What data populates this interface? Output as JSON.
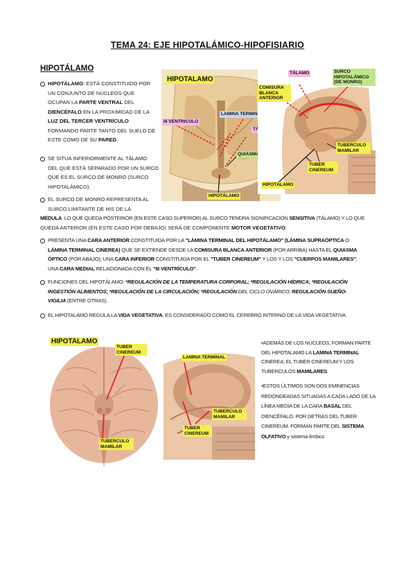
{
  "title": "TEMA 24: EJE HIPOTALÁMICO-HIPOFISIARIO",
  "section": "HIPOTÁLAMO",
  "bullets": {
    "b1": {
      "l1a": "HIPOTÁLAMO",
      "l1b": ": ESTÁ CONSTITUIDO POR",
      "l2": "UN CONJUNTO DE NÚCLEOS QUE",
      "l3a": "OCUPAN LA ",
      "l3b": "PARTE VENTRAL",
      "l3c": " DEL",
      "l4a": "DIENCÉFALO",
      "l4b": " EN LA PROXIMIDAD DE LA",
      "l5a": "LUZ DEL TERCER VENTRÍCULO",
      "l6": "FORMANDO PARTE TANTO DEL SUELO DE",
      "l7a": "ESTE COMO DE SU ",
      "l7b": "PARED",
      "l7c": "."
    },
    "b2": {
      "l1": "SE SITUA INFERIORMENTE AL TÁLAMO",
      "l2": "DEL QUE ESTÁ SEPARADO POR UN SURCO",
      "l3": "QUE ES EL SURCO DE MONRO (SURCO",
      "l4": "HIPOTALÁMICO)."
    },
    "b3": {
      "l1": "EL SURCO DE MONRO REPRESENTA AL",
      "l2": "SURCO LIMITANTE DE HIS DE LA",
      "l3a": "MÉDULA",
      "l3b": ". LO QUE QUEDA POSTERIOR (EN ESTE CASO SUPERIOR) AL SURCO TENDRÁ SIGNIFICACIÓN ",
      "l3c": "SENSITIVA",
      "l3d": " (TÁLAMO) Y LO QUE",
      "l4a": "QUEDA ANTERIOR (EN ESTE CASO POR DEBAJO) SERÁ DE COMPONENTE ",
      "l4b": "MOTOR VEGETATIVO",
      "l4c": "."
    },
    "b4": {
      "l1a": "PRESENTA UNA ",
      "l1b": "CARA ANTERIOR",
      "l1c": " CONSTITUIDA POR LA ",
      "l1d": "\"LÁMINA TERMINAL DEL HIPOTÁLAMO\" (LÁMINA SUPRAÓPTICA",
      "l1e": " O",
      "l2a": "LÁMINA TERMINAL CINEREA)",
      "l2b": " QUE SE EXTIENDE DESDE LA ",
      "l2c": "COMISURA BLANCA ANTERIOR",
      "l2d": " (POR ARRIBA) HASTA EL ",
      "l2e": "QUIASMA",
      "l3a": "ÓPTICO",
      "l3b": " (POR ABAJO); UNA ",
      "l3c": "CARA  INFERIOR",
      "l3d": " CONSTITUIDA POR EL ",
      "l3e": "\"TUBER CINEREUM\"",
      "l3f": " Y LOS Y LOS ",
      "l3g": "\"CUERPOS  MAMILARES\"",
      "l3h": ";",
      "l4a": "UNA ",
      "l4b": "CARA MEDIAL",
      "l4c": " RELACIONADA CON  EL ",
      "l4d": "\"III VENTRÍCULO\"",
      "l4e": "."
    },
    "b5": {
      "l1a": "FUNCIONES DEL HIPOTÁLAMO: ",
      "l1b": "*REGULACIÓN DE LA TEMPERATURA CORPORAL; *REGULACIÓN HÍDRICA; *REGULACIÓN",
      "l2a": "INGESTIÓN ALIMENTOS; *REGULACIÓN DE LA CIRCULACIÓN; *REGULACIÓN",
      "l2b": " DEL CICLO OVÁRICO; ",
      "l2c": "REGULACIÓN SUEÑO-",
      "l3a": "VIGILIA",
      "l3b": " (ENTRE  OTRAS)."
    },
    "b6": {
      "l1a": "EL HIPOTALAMO REGULA LA ",
      "l1b": "VIDA VEGETATIVA",
      "l1c": ". ES CONSIDERADO COMO EL CEREBRO INTERNO DE LA VIDA VEGETATIVA."
    }
  },
  "right_notes": {
    "n1": {
      "l1": "•ADEMÁS DE LOS NÚCLEOS, FORMAN PARTE",
      "l2a": "DEL HIPOTALAMO  LA ",
      "l2b": "LAMINA TERMINAL",
      "l3": "CINEREA; EL TUBER CINEREUM Y LOS",
      "l4a": "TUBERCULOS ",
      "l4b": "MAMILARES",
      "l4c": "."
    },
    "n2": {
      "l1": "•ESTOS ÚLTIMOS SON DOS EMINENCIAS",
      "l2": "REDONDEADAS SITUADAS A CADA LADO DE LA",
      "l3a": "LÍNEA MEDIA DE LA CARA ",
      "l3b": "BASAL",
      "l3c": " DEL",
      "l4": "DIENCÉFALO. POR DETRÁS DEL TUBER",
      "l5a": "CINEREUM. FORMAN PARTE DEL ",
      "l5b": "SISTEMA",
      "l6a": "OLFATIVO",
      "l6b": " y sistema límbico"
    }
  },
  "figure1": {
    "title": "HIPOTALAMO",
    "l_iii_ventriculo": "III VENTRICULO",
    "l_lamina_terminal": "LAMINA TERMINAL",
    "l_talamo_mid": "TÁLAMO",
    "l_quiasma": "QUIASMA ÓPTICO",
    "l_hipotalamo_bottom": "HIPOTÁLAMO"
  },
  "figure2": {
    "l_talamo": "TÁLAMO",
    "l_surco": "SURCO HIPOTALÁMICO (DE MONRO)",
    "l_comisura": "COMISURA BLANCA ANTERIOR",
    "l_tuberculo": "TUBERCULO MAMILAR",
    "l_tuber": "TUBER CINEREUM",
    "l_hipotalamo": "HIPOTÁLAMO"
  },
  "figure3": {
    "title": "HIPOTALAMO",
    "l_tuber": "TUBER CINEREUM",
    "l_tuberculo": "TUBERCULO MAMILAR"
  },
  "figure4": {
    "l_lamina": "LAMINA TERMINAL",
    "l_tuberculo": "TUBERCULO MAMILAR",
    "l_tuber": "TUBER CINEREUM"
  },
  "colors": {
    "label_yellow": "#f4ef4a",
    "label_green": "#bfe68a",
    "label_pink": "#f4b8e6",
    "arrow_red": "#e0261e",
    "tissue": "#e8c9a0"
  }
}
